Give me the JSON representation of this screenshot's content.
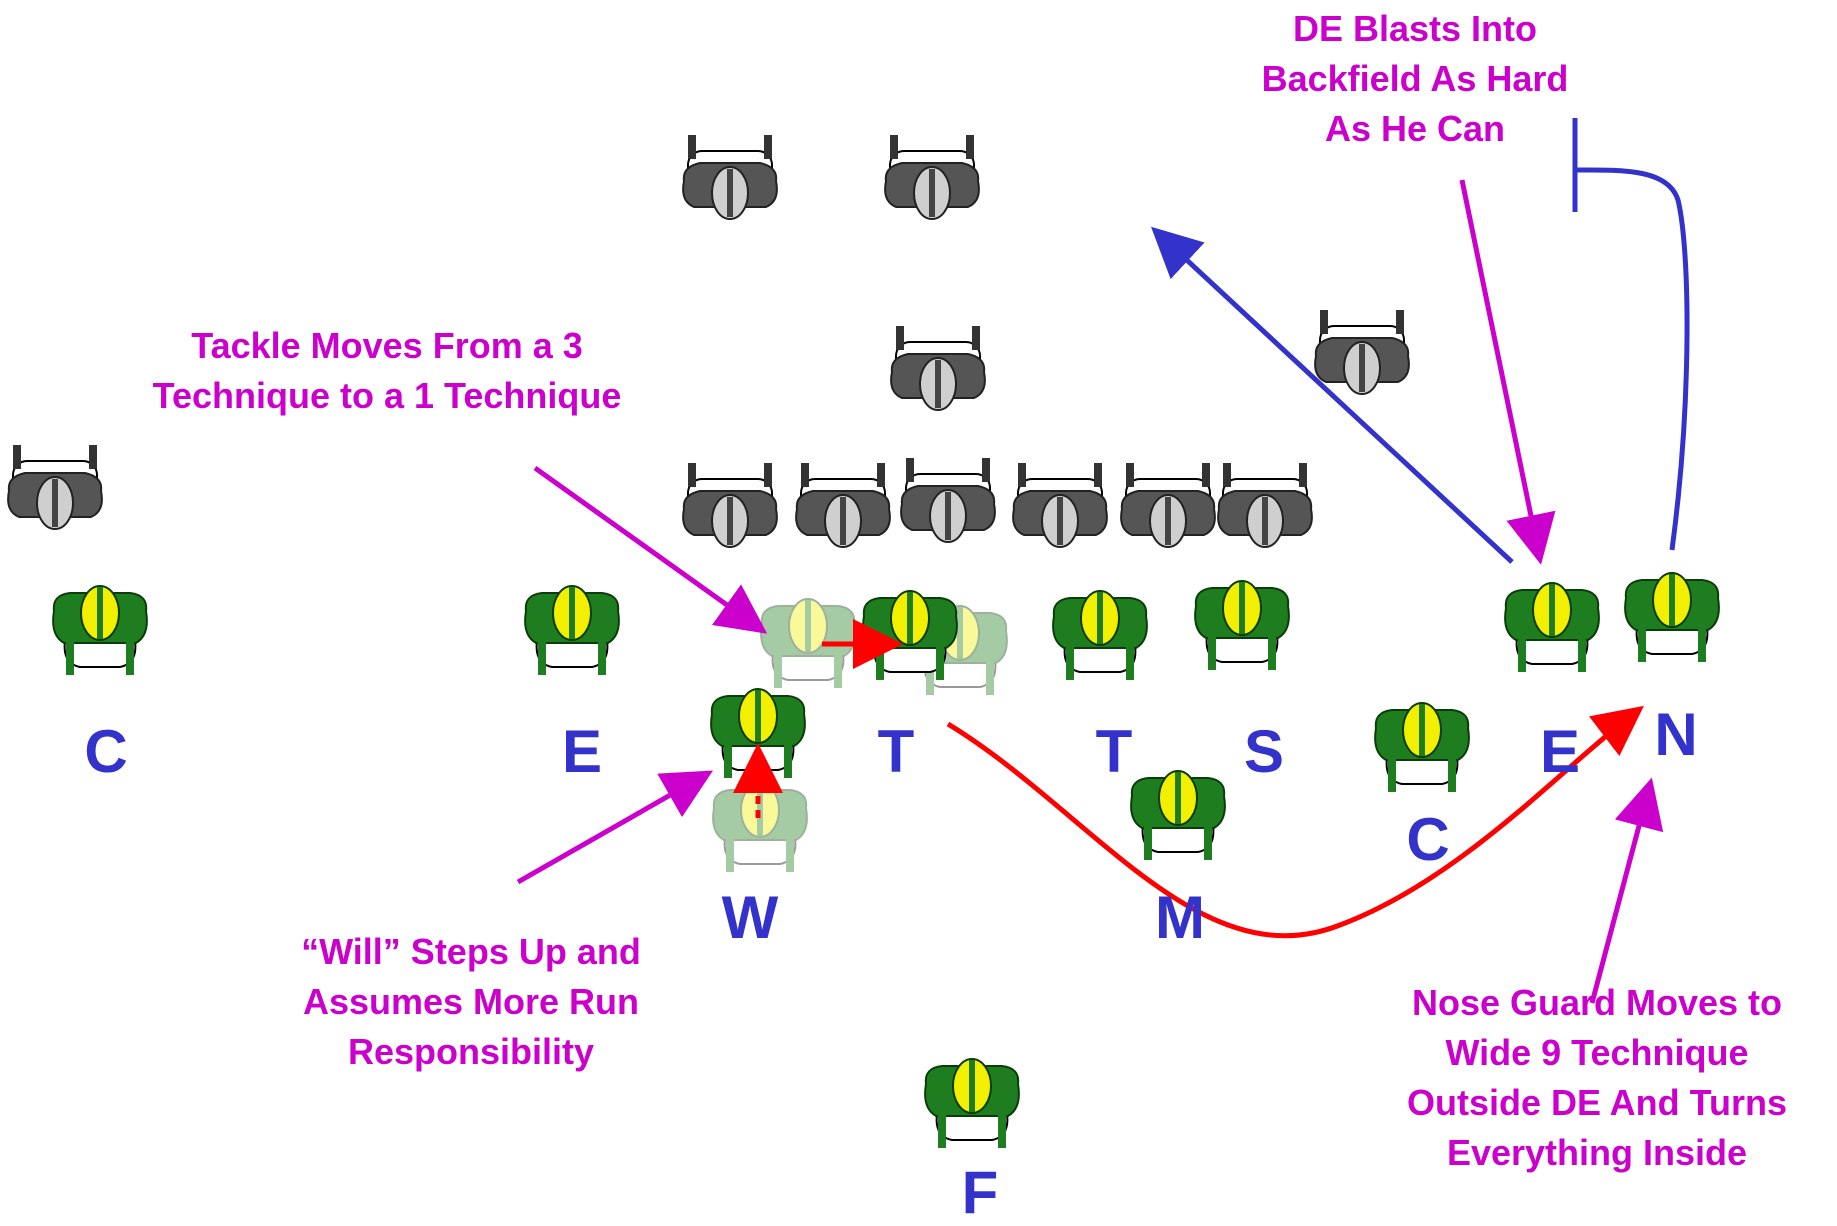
{
  "annotations": {
    "de_blasts": [
      "DE Blasts Into",
      "Backfield As Hard",
      "As He Can"
    ],
    "tackle_moves": [
      "Tackle Moves From a 3",
      "Technique to a 1 Technique"
    ],
    "will_steps": [
      "“Will” Steps Up and",
      "Assumes More Run",
      "Responsibility"
    ],
    "nose_guard": [
      "Nose Guard Moves to",
      "Wide 9 Technique",
      "Outside DE And Turns",
      "Everything Inside"
    ]
  },
  "positions": {
    "c_left": "C",
    "e_left": "E",
    "w": "W",
    "t_left": "T",
    "t_right": "T",
    "s": "S",
    "m": "M",
    "c_right": "C",
    "e_right": "E",
    "n": "N",
    "f": "F"
  },
  "colors": {
    "annotation_text": "#cc00cc",
    "position_label": "#3333cc",
    "defender_jersey": "#1e7d1e",
    "defender_helmet": "#f2f000",
    "offense_jersey": "#555555",
    "arrow_movement": "#ff0000",
    "arrow_annotation": "#cc00cc",
    "arrow_blue": "#3333cc"
  }
}
